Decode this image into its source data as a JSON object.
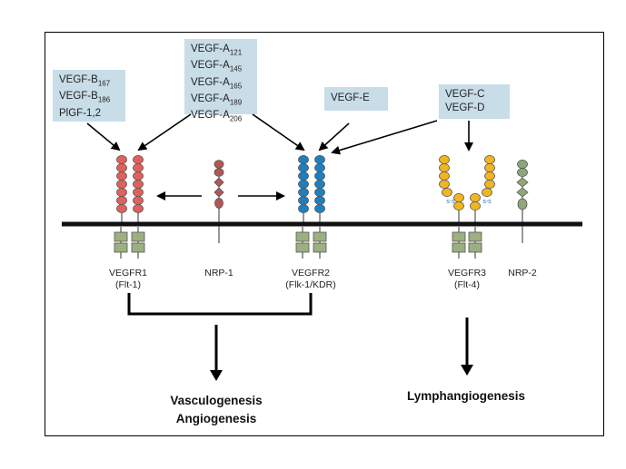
{
  "ligands": {
    "vegf_b_plgf": [
      {
        "base": "VEGF-B",
        "sub": "167"
      },
      {
        "base": "VEGF-B",
        "sub": "186"
      },
      {
        "base": "PlGF-1,2",
        "sub": ""
      }
    ],
    "vegf_a": [
      {
        "base": "VEGF-A",
        "sub": "121"
      },
      {
        "base": "VEGF-A",
        "sub": "145"
      },
      {
        "base": "VEGF-A",
        "sub": "165"
      },
      {
        "base": "VEGF-A",
        "sub": "189"
      },
      {
        "base": "VEGF-A",
        "sub": "206"
      }
    ],
    "vegf_e": [
      {
        "base": "VEGF-E",
        "sub": ""
      }
    ],
    "vegf_c_d": [
      {
        "base": "VEGF-C",
        "sub": ""
      },
      {
        "base": "VEGF-D",
        "sub": ""
      }
    ]
  },
  "receptors": {
    "vegfr1": {
      "name": "VEGFR1",
      "alias": "(Flt-1)"
    },
    "nrp1": {
      "name": "NRP-1"
    },
    "vegfr2": {
      "name": "VEGFR2",
      "alias": "(Flk-1/KDR)"
    },
    "vegfr3": {
      "name": "VEGFR3",
      "alias": "(Flt-4)"
    },
    "nrp2": {
      "name": "NRP-2"
    }
  },
  "disulfide_label": "s-s",
  "outcomes": {
    "left": [
      "Vasculogenesis",
      "Angiogenesis"
    ],
    "right": [
      "Lymphangiogenesis"
    ]
  },
  "colors": {
    "ligand_box": "#c8dde8",
    "vegfr1": "#e0605a",
    "nrp1": "#b25656",
    "vegfr2": "#1e7fc0",
    "vegfr3": "#f0b520",
    "nrp2": "#8ea77a",
    "kinase": "#9bb07e",
    "membrane": "#111111"
  }
}
